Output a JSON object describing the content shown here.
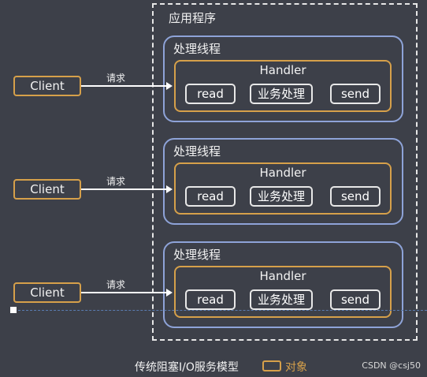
{
  "app_title": "应用程序",
  "threads": [
    {
      "label": "处理线程",
      "handler": "Handler",
      "ops": [
        "read",
        "业务处理",
        "send"
      ],
      "client": "Client",
      "request": "请求"
    },
    {
      "label": "处理线程",
      "handler": "Handler",
      "ops": [
        "read",
        "业务处理",
        "send"
      ],
      "client": "Client",
      "request": "请求"
    },
    {
      "label": "处理线程",
      "handler": "Handler",
      "ops": [
        "read",
        "业务处理",
        "send"
      ],
      "client": "Client",
      "request": "请求"
    }
  ],
  "caption": "传统阻塞I/O服务模型",
  "legend": {
    "label": "对象"
  },
  "watermark": "CSDN @csj50",
  "colors": {
    "background": "#3d4049",
    "thread_border": "#8ea3d8",
    "object_border": "#d6a04a",
    "app_border": "#e6e6e6"
  }
}
